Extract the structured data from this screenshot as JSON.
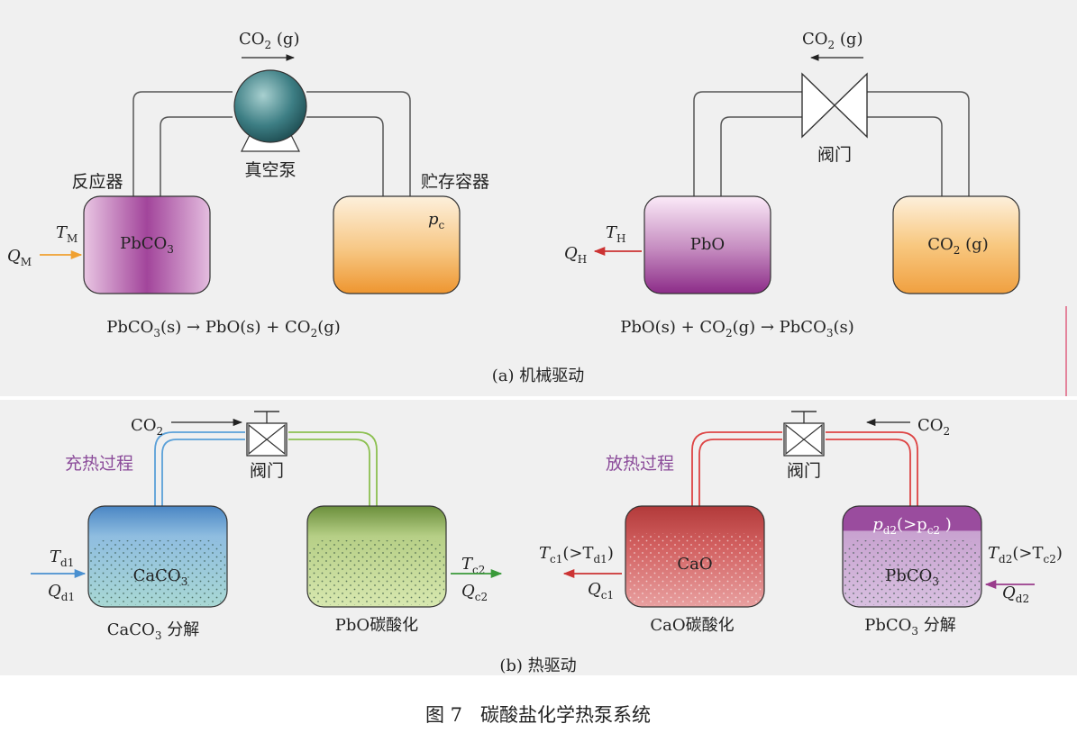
{
  "colors": {
    "background": "#f0f0f0",
    "pipe": "#555555",
    "reactor_purple": "#9b3f93",
    "storage_orange": "#ef9a30",
    "heat_in_arrow": "#f0a030",
    "heat_out_arrow": "#cc3333",
    "blue_tank": "#4f8fcc",
    "green_tank": "#6e9a40",
    "red_tank": "#c84a4a",
    "purple_label": "#8b4c9a",
    "blue_pipe": "#5aa0d8",
    "green_pipe": "#8cc050",
    "red_pipe": "#dd4444",
    "purple_arrow": "#9a3c8c",
    "green_arrow": "#3a9a3a"
  },
  "panel_a": {
    "left": {
      "flow_gas": "CO",
      "flow_gas_sub": "2",
      "flow_gas_suffix": " (g)",
      "pump_label": "真空泵",
      "reactor_label": "反应器",
      "storage_label": "贮存容器",
      "reactor_content": "PbCO",
      "reactor_content_sub": "3",
      "storage_pressure": "p",
      "storage_pressure_sub": "c",
      "temp": "T",
      "temp_sub": "M",
      "heat": "Q",
      "heat_sub": "M",
      "reaction": [
        "PbCO",
        "3",
        "(s) → PbO(s) + CO",
        "2",
        "(g)"
      ]
    },
    "right": {
      "flow_gas": "CO",
      "flow_gas_sub": "2",
      "flow_gas_suffix": " (g)",
      "valve_label": "阀门",
      "reactor_content": "PbO",
      "storage_content": "CO",
      "storage_content_sub": "2",
      "storage_content_suffix": " (g)",
      "temp": "T",
      "temp_sub": "H",
      "heat": "Q",
      "heat_sub": "H",
      "reaction": [
        "PbO(s) + CO",
        "2",
        "(g) → PbCO",
        "3",
        "(s)"
      ]
    },
    "caption": "(a) 机械驱动"
  },
  "panel_b": {
    "left": {
      "process_label": "充热过程",
      "co2_label": "CO",
      "co2_sub": "2",
      "valve_label": "阀门",
      "tank1_content": "CaCO",
      "tank1_content_sub": "3",
      "tank1_temp": "T",
      "tank1_temp_sub": "d1",
      "tank1_heat": "Q",
      "tank1_heat_sub": "d1",
      "tank1_caption": [
        "CaCO",
        "3",
        " 分解"
      ],
      "tank2_temp": "T",
      "tank2_temp_sub": "c2",
      "tank2_heat": "Q",
      "tank2_heat_sub": "c2",
      "tank2_caption": "PbO碳酸化"
    },
    "right": {
      "process_label": "放热过程",
      "co2_label": "CO",
      "co2_sub": "2",
      "valve_label": "阀门",
      "tank1_content": "CaO",
      "tank1_temp": [
        "T",
        "c1",
        "(>T",
        "d1",
        ")"
      ],
      "tank1_heat": "Q",
      "tank1_heat_sub": "c1",
      "tank1_caption": "CaO碳酸化",
      "tank2_top_label": [
        "p",
        "d2",
        "(>p",
        "c2",
        " )"
      ],
      "tank2_content": "PbCO",
      "tank2_content_sub": "3",
      "tank2_temp": [
        "T",
        "d2",
        "(>T",
        "c2",
        ")"
      ],
      "tank2_heat": "Q",
      "tank2_heat_sub": "d2",
      "tank2_caption": [
        "PbCO",
        "3",
        " 分解"
      ]
    },
    "caption": "(b) 热驱动"
  },
  "figure_caption": "图 7   碳酸盐化学热泵系统"
}
